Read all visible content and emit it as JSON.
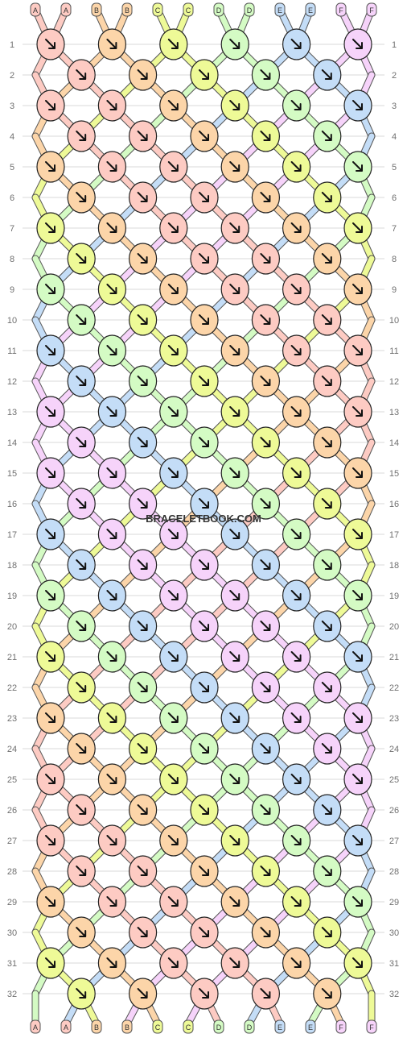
{
  "string_labels": [
    "A",
    "A",
    "B",
    "B",
    "C",
    "C",
    "D",
    "D",
    "E",
    "E",
    "F",
    "F"
  ],
  "row_labels": [
    "1",
    "2",
    "3",
    "4",
    "5",
    "6",
    "7",
    "8",
    "9",
    "10",
    "11",
    "12",
    "13",
    "14",
    "15",
    "16",
    "17",
    "18",
    "19",
    "20",
    "21",
    "22",
    "23",
    "24",
    "25",
    "26",
    "27",
    "28",
    "29",
    "30",
    "31",
    "32"
  ],
  "watermark": "BRACELETBOOK.COM",
  "colors": {
    "A": "#fdcbc3",
    "B": "#fcd5a9",
    "C": "#eefa97",
    "D": "#d4fbc4",
    "E": "#c4ddf7",
    "F": "#f6d3fa"
  },
  "knot_icon": "arrow-down-right-icon",
  "start_order": [
    "A",
    "A",
    "B",
    "B",
    "C",
    "C",
    "D",
    "D",
    "E",
    "E",
    "F",
    "F"
  ]
}
